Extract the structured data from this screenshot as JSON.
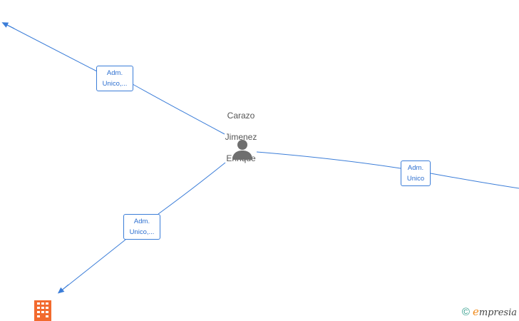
{
  "person": {
    "name_line1": "Carazo",
    "name_line2": "Jimenez",
    "name_line3": "Enrique",
    "icon": "person-icon"
  },
  "edges": [
    {
      "role_line1": "Adm.",
      "role_line2": "Unico,..."
    },
    {
      "role_line1": "Adm.",
      "role_line2": "Unico"
    },
    {
      "role_line1": "Adm.",
      "role_line2": "Unico,..."
    }
  ],
  "company_node": {
    "icon": "building-icon"
  },
  "brand": {
    "copyright": "©",
    "name_first": "e",
    "name_rest": "mpresia"
  },
  "colors": {
    "edge": "#3b7dd8",
    "person_icon": "#6f6f6f",
    "building_icon": "#f26a2e",
    "brand_accent": "#f08a1c"
  }
}
